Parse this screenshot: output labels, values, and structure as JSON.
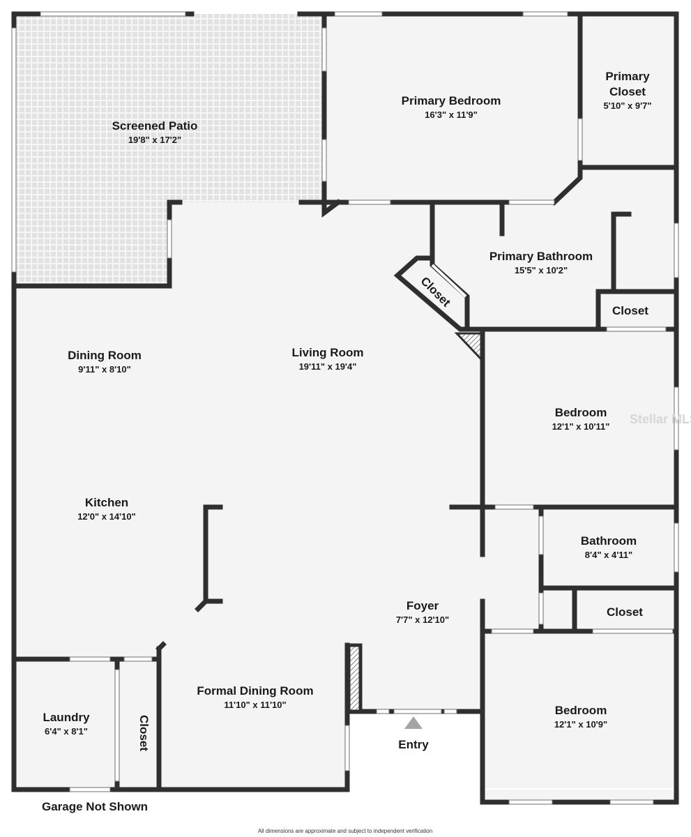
{
  "rooms": {
    "screened_patio": {
      "name": "Screened Patio",
      "dim": "19'8\" x 17'2\""
    },
    "primary_bedroom": {
      "name": "Primary Bedroom",
      "dim": "16'3\" x 11'9\""
    },
    "primary_closet": {
      "name_line1": "Primary",
      "name_line2": "Closet",
      "dim": "5'10\" x 9'7\""
    },
    "primary_bathroom": {
      "name": "Primary Bathroom",
      "dim": "15'5\" x 10'2\""
    },
    "closet_diag": {
      "name": "Closet"
    },
    "closet_bath": {
      "name": "Closet"
    },
    "dining_room": {
      "name": "Dining Room",
      "dim": "9'11\" x 8'10\""
    },
    "living_room": {
      "name": "Living Room",
      "dim": "19'11\" x 19'4\""
    },
    "bedroom_1": {
      "name": "Bedroom",
      "dim": "12'1\" x 10'11\""
    },
    "kitchen": {
      "name": "Kitchen",
      "dim": "12'0\" x 14'10\""
    },
    "bathroom": {
      "name": "Bathroom",
      "dim": "8'4\" x 4'11\""
    },
    "foyer": {
      "name": "Foyer",
      "dim": "7'7\" x 12'10\""
    },
    "closet_foyer": {
      "name": "Closet"
    },
    "formal_dining": {
      "name": "Formal Dining Room",
      "dim": "11'10\" x 11'10\""
    },
    "bedroom_2": {
      "name": "Bedroom",
      "dim": "12'1\" x 10'9\""
    },
    "laundry": {
      "name": "Laundry",
      "dim": "6'4\" x 8'1\""
    },
    "closet_laundry": {
      "name": "Closet"
    },
    "entry": {
      "name": "Entry"
    }
  },
  "notes": {
    "garage": "Garage Not Shown",
    "disclaimer": "All dimensions are approximate and subject to independent verification",
    "watermark": "Stellar MLS"
  },
  "colors": {
    "wall": "#2f2f2f",
    "floor": "#f4f4f4",
    "patio": "#e6e6e6"
  }
}
